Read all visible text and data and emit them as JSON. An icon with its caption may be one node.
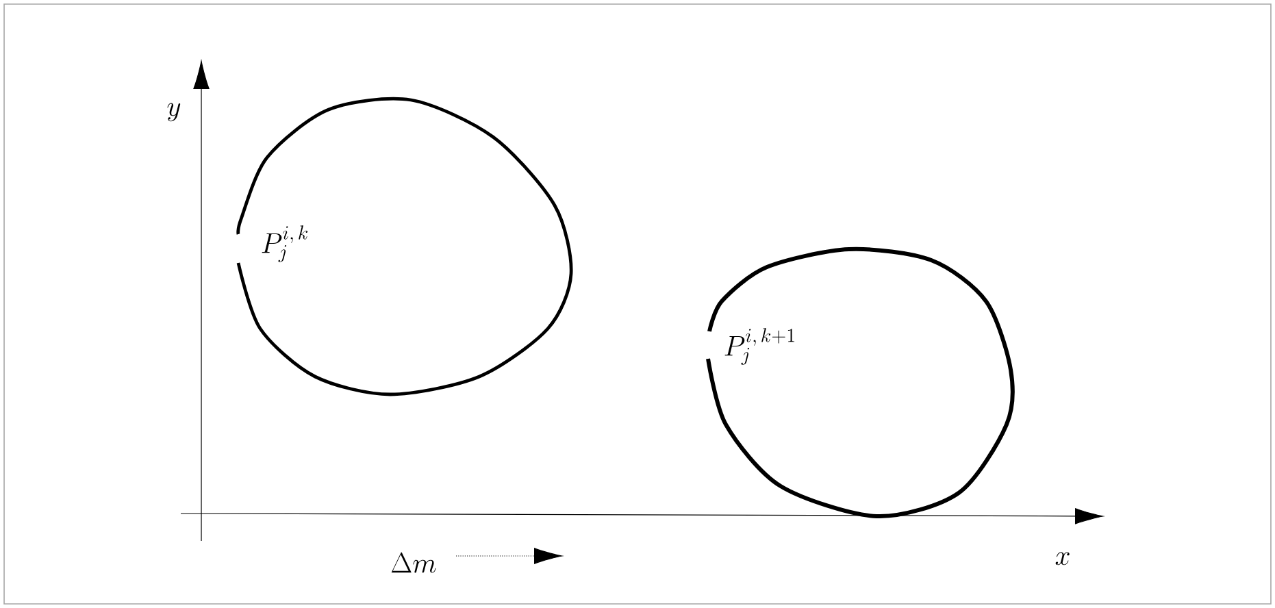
{
  "diagram": {
    "labels": [
      "y",
      "P_j^{i,\\,k}",
      "P_j^{i,\\,k+1}",
      "\\Delta m",
      "x"
    ]
  }
}
